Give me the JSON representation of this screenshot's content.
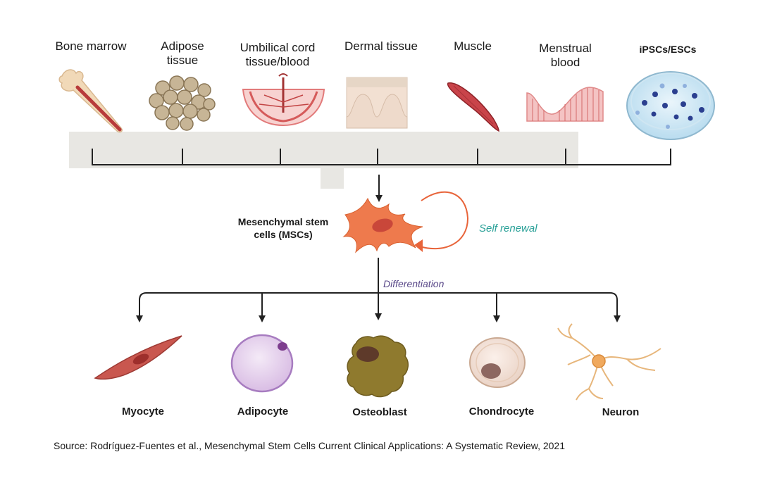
{
  "sources": [
    {
      "id": "bone-marrow",
      "label": "Bone marrow",
      "icon": "bone-marrow-icon"
    },
    {
      "id": "adipose-tissue",
      "label": "Adipose tissue",
      "icon": "adipose-tissue-icon"
    },
    {
      "id": "umbilical-cord",
      "label": "Umbilical cord tissue/blood",
      "icon": "umbilical-cord-icon"
    },
    {
      "id": "dermal-tissue",
      "label": "Dermal tissue",
      "icon": "dermal-tissue-icon"
    },
    {
      "id": "muscle",
      "label": "Muscle",
      "icon": "muscle-icon"
    },
    {
      "id": "menstrual-blood",
      "label": "Menstrual blood",
      "icon": "menstrual-blood-icon"
    },
    {
      "id": "ipscs-escs",
      "label": "iPSCs/ESCs",
      "icon": "petri-dish-icon"
    }
  ],
  "center": {
    "msc_label": "Mesenchymal stem cells (MSCs)",
    "self_renewal": "Self renewal",
    "differentiation": "Differentiation"
  },
  "outputs": [
    {
      "id": "myocyte",
      "label": "Myocyte",
      "icon": "myocyte-icon"
    },
    {
      "id": "adipocyte",
      "label": "Adipocyte",
      "icon": "adipocyte-icon"
    },
    {
      "id": "osteoblast",
      "label": "Osteoblast",
      "icon": "osteoblast-icon"
    },
    {
      "id": "chondrocyte",
      "label": "Chondrocyte",
      "icon": "chondrocyte-icon"
    },
    {
      "id": "neuron",
      "label": "Neuron",
      "icon": "neuron-icon"
    }
  ],
  "source_citation": "Source: Rodríguez-Fuentes et al., Mesenchymal Stem Cells Current Clinical Applications: A Systematic Review, 2021",
  "colors": {
    "self_renewal": "#2aa198",
    "differentiation": "#5b4a8a",
    "msc_cell": "#ee7a4d",
    "arrow_orange": "#e8643a",
    "panel_gray": "#e8e7e3"
  }
}
